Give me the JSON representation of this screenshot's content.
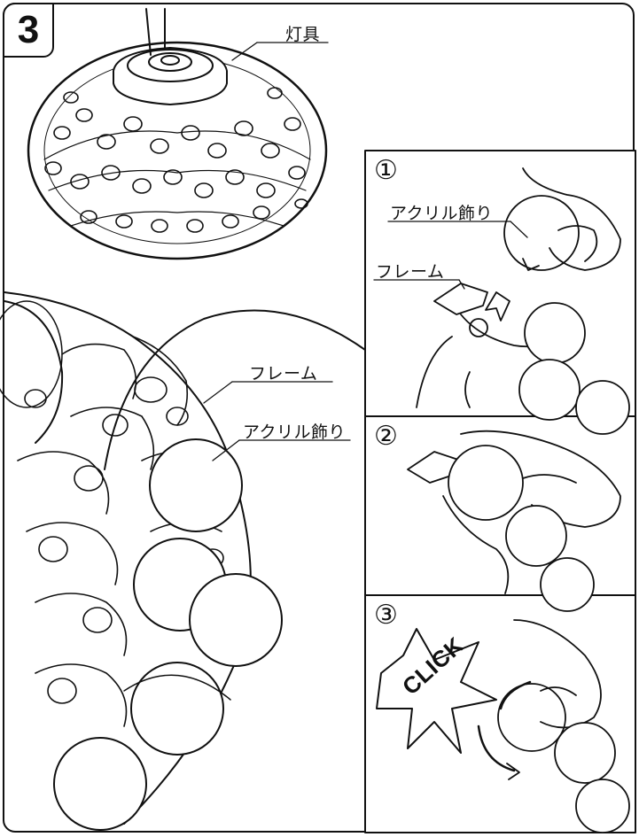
{
  "step_number": "3",
  "labels": {
    "fixture": "灯具",
    "frame_main": "フレーム",
    "acrylic_main": "アクリル飾り",
    "acrylic_inset1": "アクリル飾り",
    "frame_inset1": "フレーム",
    "click_text": "CLICK"
  },
  "substeps": [
    {
      "number": "①"
    },
    {
      "number": "②"
    },
    {
      "number": "③"
    }
  ]
}
